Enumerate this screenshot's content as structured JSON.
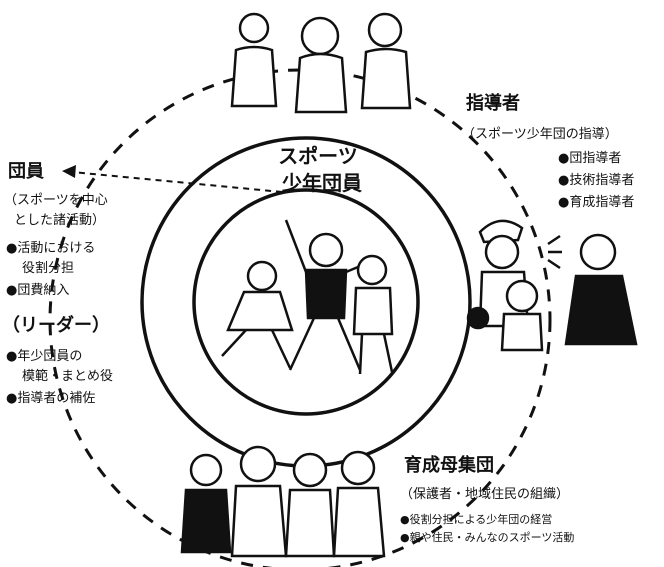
{
  "center": {
    "title_line1": "スポーツ",
    "title_line2": "少年団員"
  },
  "left": {
    "title": "団員",
    "subtitle_line1": "（スポーツを中心",
    "subtitle_line2": "とした諸活動）",
    "items": [
      "●活動における",
      "役割分担",
      "●団費納入"
    ],
    "leader_heading": "（リーダー）",
    "leader_items": [
      "●年少団員の",
      "模範・まとめ役",
      "●指導者の補佐"
    ]
  },
  "right": {
    "title": "指導者",
    "subtitle": "（スポーツ少年団の指導）",
    "items": [
      "●団指導者",
      "●技術指導者",
      "●育成指導者"
    ]
  },
  "bottom": {
    "title": "育成母集団",
    "subtitle": "（保護者・地域住民の組織）",
    "items": [
      "●役割分担による少年団の経営",
      "●親や住民・みんなのスポーツ活動"
    ]
  }
}
